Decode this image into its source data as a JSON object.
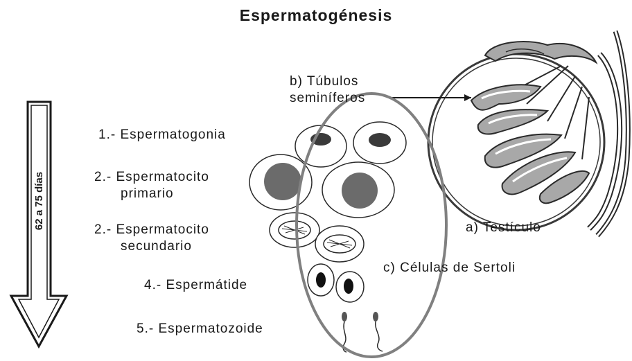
{
  "title": "Espermatogénesis",
  "timeline": {
    "duration_label": "62 a 75 días"
  },
  "stages": [
    {
      "line1": "1.- Espermatogonia",
      "line2": ""
    },
    {
      "line1": "2.- Espermatocito",
      "line2": "primario"
    },
    {
      "line1": "2.- Espermatocito",
      "line2": "secundario"
    },
    {
      "line1": "4.- Espermátide",
      "line2": ""
    },
    {
      "line1": "5.- Espermatozoide",
      "line2": ""
    }
  ],
  "structures": {
    "tubules_line1": "b) Túbulos",
    "tubules_line2": "seminíferos",
    "testicle": "a) Testículo",
    "sertoli": "c) Células de Sertoli"
  },
  "colors": {
    "ink": "#1a1a1a",
    "nucleus": "#6b6b6b",
    "sertoli_outline": "#808080",
    "tubule_fill": "#a8a8a8"
  }
}
